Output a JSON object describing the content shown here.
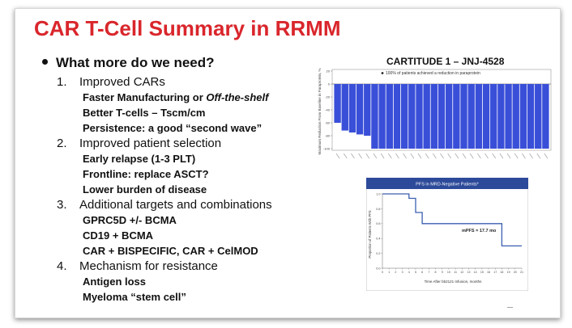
{
  "slide": {
    "title": "CAR T-Cell Summary in RRMM",
    "bullet": "What more do we need?",
    "items": [
      {
        "num": "1.",
        "label": "Improved CARs",
        "subs": [
          "Faster Manufacturing or ",
          "Off-the-shelf",
          "Better T-cells – Tscm/cm",
          "Persistence: a good “second wave”"
        ]
      },
      {
        "num": "2.",
        "label": "Improved patient selection",
        "subs": [
          "Early relapse (1-3 PLT)",
          "Frontline: replace ASCT?",
          "Lower burden of disease"
        ]
      },
      {
        "num": "3.",
        "label": "Additional targets and combinations",
        "subs": [
          "GPRC5D +/- BCMA",
          "CD19 + BCMA",
          "CAR + BISPECIFIC, CAR + CelMOD"
        ]
      },
      {
        "num": "4.",
        "label": "Mechanism for resistance",
        "subs": [
          "Antigen loss",
          "Myeloma “stem cell”"
        ]
      }
    ]
  },
  "chart_data": [
    {
      "type": "bar",
      "title": "CARTITUDE 1 – JNJ-4528",
      "legend": "100% of patients achieved a reduction in paraprotein",
      "ylabel": "Maximum Reduction From Baseline in Paraprotein, %",
      "ylim": [
        -100,
        20
      ],
      "yticks": [
        20,
        0,
        -20,
        -40,
        -60,
        -80,
        -100
      ],
      "values": [
        -60,
        -72,
        -75,
        -78,
        -80,
        -100,
        -100,
        -100,
        -100,
        -100,
        -100,
        -100,
        -100,
        -100,
        -100,
        -100,
        -100,
        -100,
        -100,
        -100,
        -100,
        -100,
        -100,
        -100,
        -100,
        -100,
        -100,
        -100,
        -100
      ],
      "bar_color": "#3a4fd8"
    },
    {
      "type": "line",
      "title": "PFS in MRD-Negative Patients*",
      "xlabel": "Time After bb2121 Infusion, months",
      "ylabel": "Proportion of Patients With PFS",
      "ylim": [
        0,
        1.0
      ],
      "yticks": [
        0,
        0.2,
        0.4,
        0.6,
        0.8,
        1.0
      ],
      "xticks": [
        0,
        1,
        2,
        3,
        4,
        5,
        6,
        7,
        8,
        9,
        10,
        11,
        12,
        13,
        14,
        15,
        16,
        17,
        18,
        19,
        20,
        21
      ],
      "x": [
        0,
        4,
        4,
        5,
        5,
        6,
        6,
        18,
        18,
        21
      ],
      "y": [
        1.0,
        1.0,
        0.94,
        0.94,
        0.75,
        0.75,
        0.6,
        0.6,
        0.3,
        0.3
      ],
      "annotation": "mPFS = 17.7 mo",
      "line_color": "#3a5fb0"
    }
  ],
  "footer_mark": "—"
}
